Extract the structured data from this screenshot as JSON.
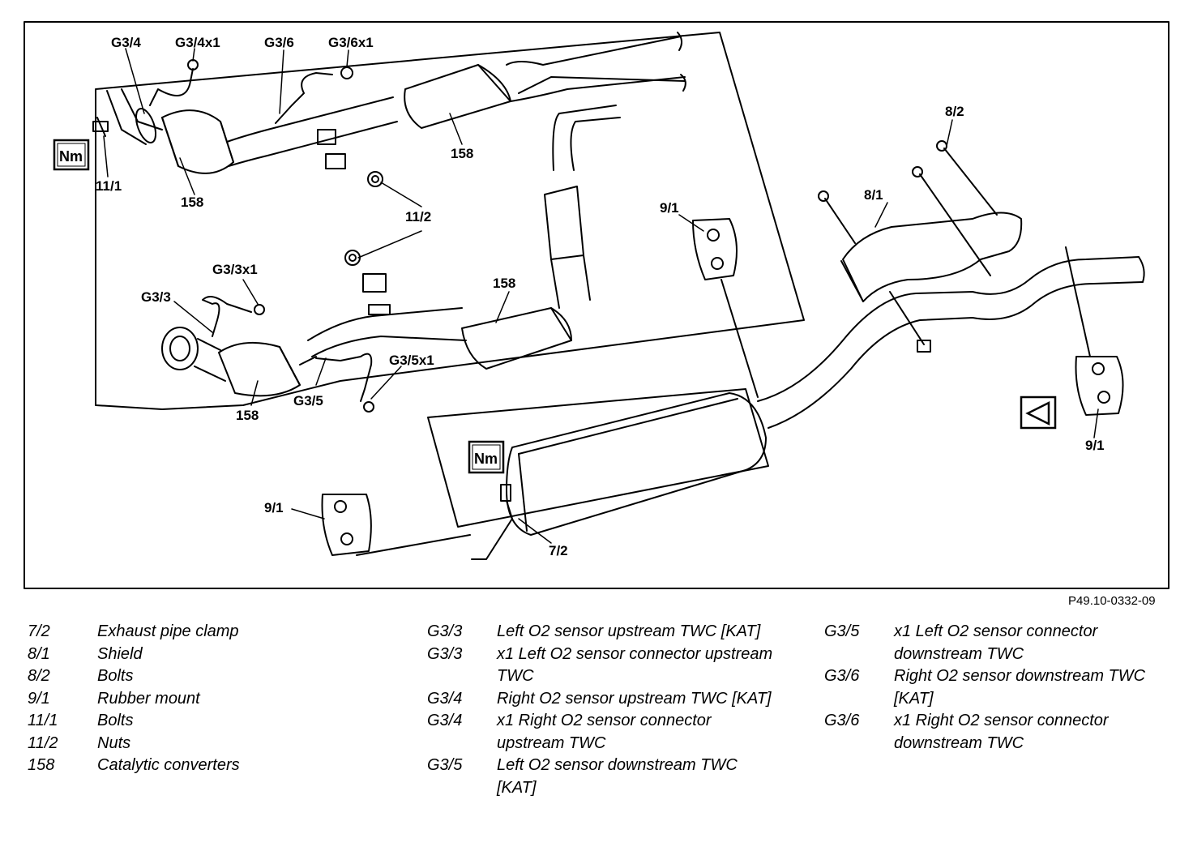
{
  "figure_id": "P49.10-0332-09",
  "nm_symbol": "Nm",
  "callouts": {
    "g3_4": "G3/4",
    "g3_4x1": "G3/4x1",
    "g3_6": "G3/6",
    "g3_6x1": "G3/6x1",
    "c11_1": "11/1",
    "c158_a": "158",
    "c158_b": "158",
    "c158_c": "158",
    "c158_d": "158",
    "c11_2": "11/2",
    "g3_3x1": "G3/3x1",
    "g3_3": "G3/3",
    "g3_5": "G3/5",
    "g3_5x1": "G3/5x1",
    "c9_1_a": "9/1",
    "c9_1_b": "9/1",
    "c9_1_c": "9/1",
    "c8_1": "8/1",
    "c8_2": "8/2",
    "c7_2": "7/2"
  },
  "legend": {
    "col1": [
      {
        "code": "7/2",
        "desc": "Exhaust pipe clamp"
      },
      {
        "code": "8/1",
        "desc": "Shield"
      },
      {
        "code": "8/2",
        "desc": "Bolts"
      },
      {
        "code": "9/1",
        "desc": "Rubber mount"
      },
      {
        "code": "11/1",
        "desc": "Bolts"
      },
      {
        "code": "11/2",
        "desc": "Nuts"
      },
      {
        "code": "158",
        "desc": "Catalytic converters"
      }
    ],
    "col2": [
      {
        "code": "G3/3",
        "desc": "Left O2 sensor upstream TWC [KAT]"
      },
      {
        "code": "G3/3",
        "desc": "x1 Left O2 sensor connector upstream TWC"
      },
      {
        "code": "G3/4",
        "desc": "Right O2 sensor upstream TWC [KAT]"
      },
      {
        "code": "G3/4",
        "desc": "x1 Right O2 sensor connector upstream TWC"
      },
      {
        "code": "G3/5",
        "desc": "Left O2 sensor downstream TWC [KAT]"
      }
    ],
    "col3": [
      {
        "code": "G3/5",
        "desc": "x1 Left O2 sensor  connector downstream TWC"
      },
      {
        "code": "G3/6",
        "desc": "Right O2 sensor downstream TWC [KAT]"
      },
      {
        "code": "G3/6",
        "desc": "x1 Right O2 sensor connector downstream TWC"
      }
    ]
  }
}
